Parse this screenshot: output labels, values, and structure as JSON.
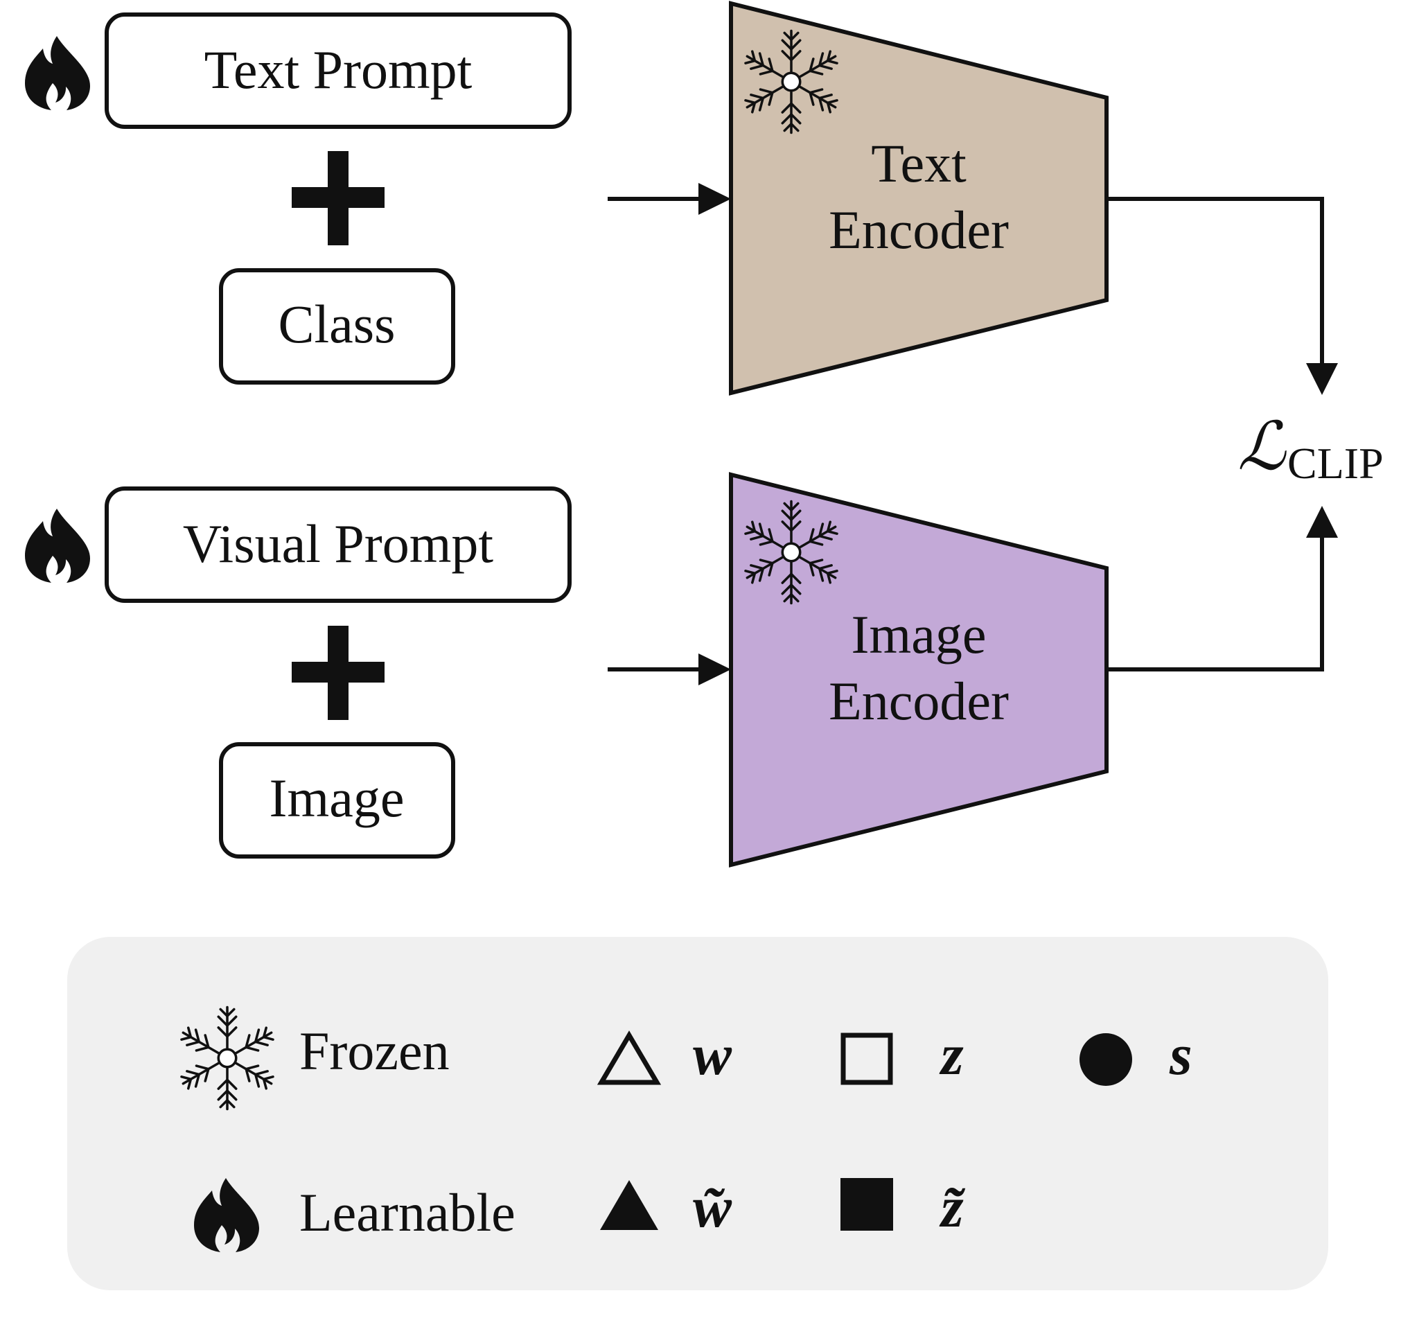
{
  "inputs": {
    "text_prompt": "Text Prompt",
    "class": "Class",
    "visual_prompt": "Visual Prompt",
    "image": "Image"
  },
  "encoders": {
    "text": {
      "line1": "Text",
      "line2": "Encoder",
      "fill": "#d0c0ae"
    },
    "image": {
      "line1": "Image",
      "line2": "Encoder",
      "fill": "#c3a9d7"
    }
  },
  "loss": {
    "symbol": "ℒ",
    "subscript": "CLIP"
  },
  "legend": {
    "background": "#f0f0f0",
    "frozen_label": "Frozen",
    "learnable_label": "Learnable",
    "w": "w",
    "z": "z",
    "s": "s",
    "w_tilde": "w̃",
    "z_tilde": "z̃"
  },
  "icons": {
    "frozen": "snowflake-icon",
    "learnable": "flame-icon"
  }
}
